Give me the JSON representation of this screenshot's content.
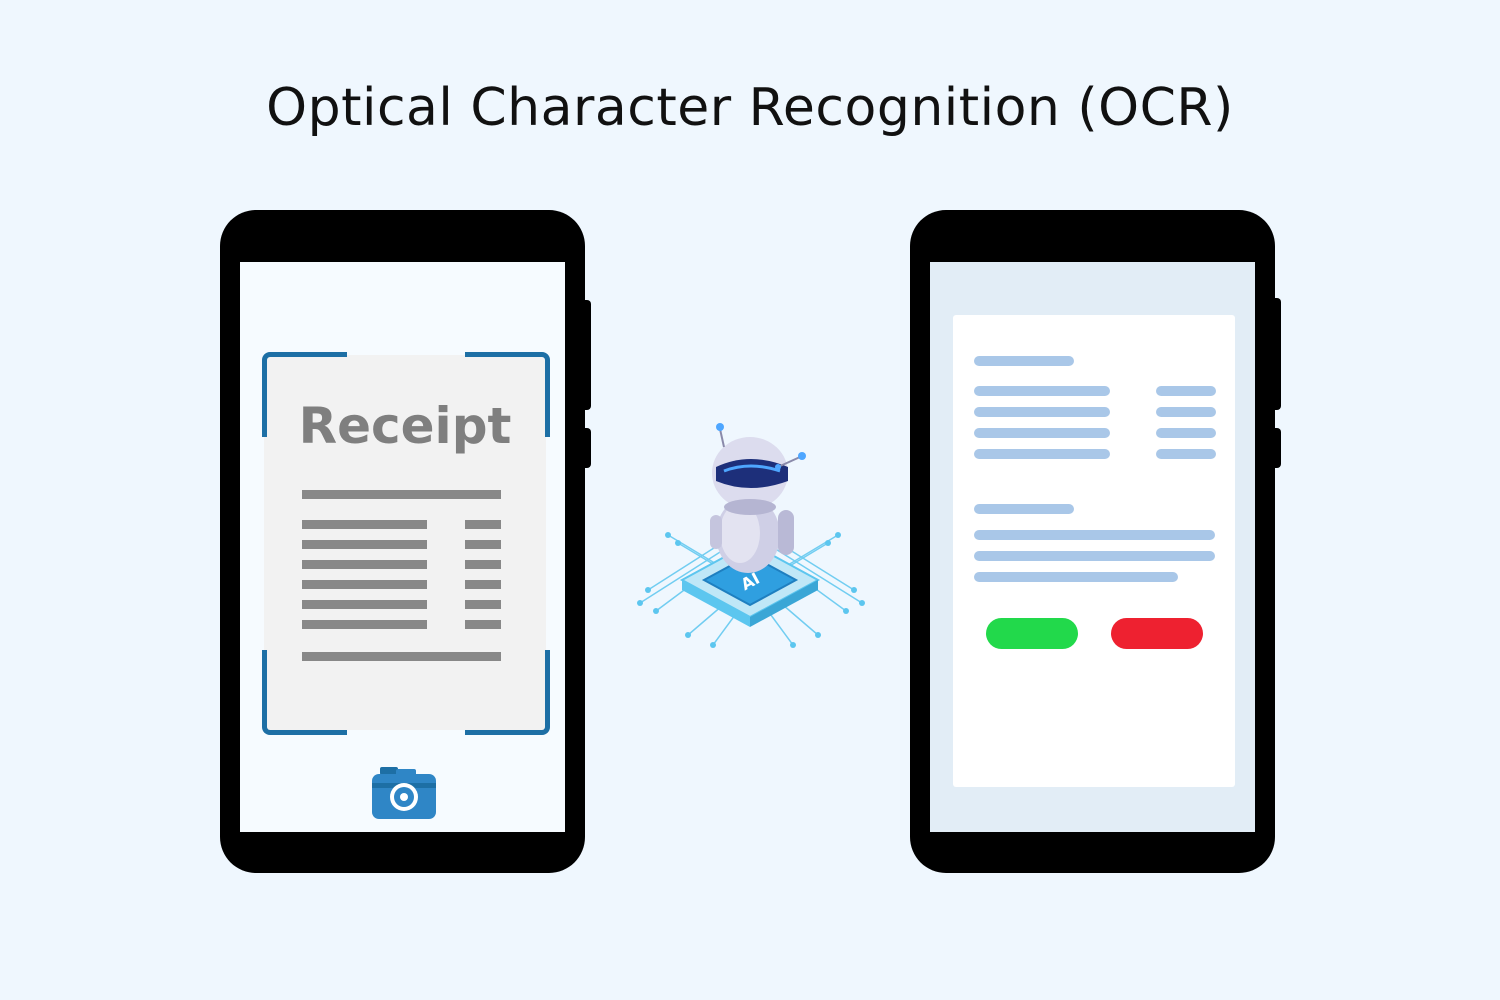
{
  "title": "Optical Character Recognition (OCR)",
  "scan_phone": {
    "receipt_title": "Receipt",
    "camera_icon": "camera-icon"
  },
  "ai_chip": {
    "label": "AI",
    "icon": "robot-on-ai-chip-icon"
  },
  "result_phone": {
    "accept_color": "#22d94b",
    "reject_color": "#ee2130"
  },
  "colors": {
    "background": "#eff7fe",
    "phone_body": "#000000",
    "scan_frame": "#1d6fa5",
    "text_lines": "#888888",
    "result_lines": "#a9c7e8"
  }
}
